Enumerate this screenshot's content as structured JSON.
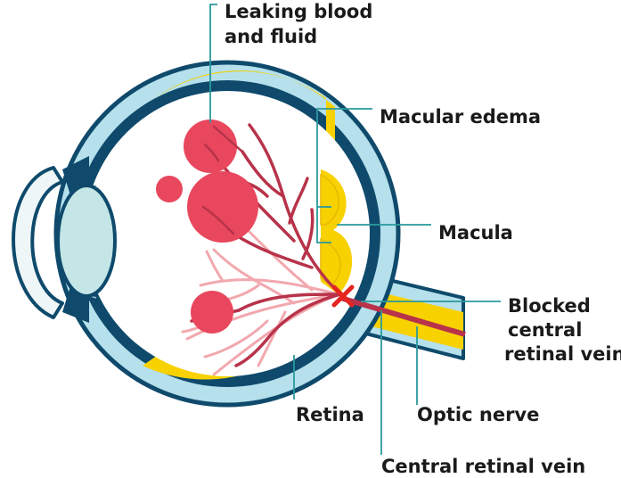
{
  "labels": {
    "leaking_line1": "Leaking blood",
    "leaking_line2": "and fluid",
    "macular_edema": "Macular edema",
    "macula": "Macula",
    "blocked_line1": "Blocked",
    "blocked_line2": "central",
    "blocked_line3": "retinal vein",
    "retina": "Retina",
    "optic_nerve": "Optic nerve",
    "central_retinal_vein": "Central retinal vein"
  },
  "colors": {
    "sclera_fill": "#b5e0ec",
    "outline": "#0f4a6c",
    "choroid": "#0f4a6c",
    "vitreous": "#ffffff",
    "lens": "#c4e6e6",
    "retina_edema": "#f8d100",
    "hemorrhage": "#e8475d",
    "vein_dark": "#b8334a",
    "vein_light": "#f2a8ae",
    "blockage_mark": "#e52520",
    "leader_line": "#2a9a9d"
  }
}
